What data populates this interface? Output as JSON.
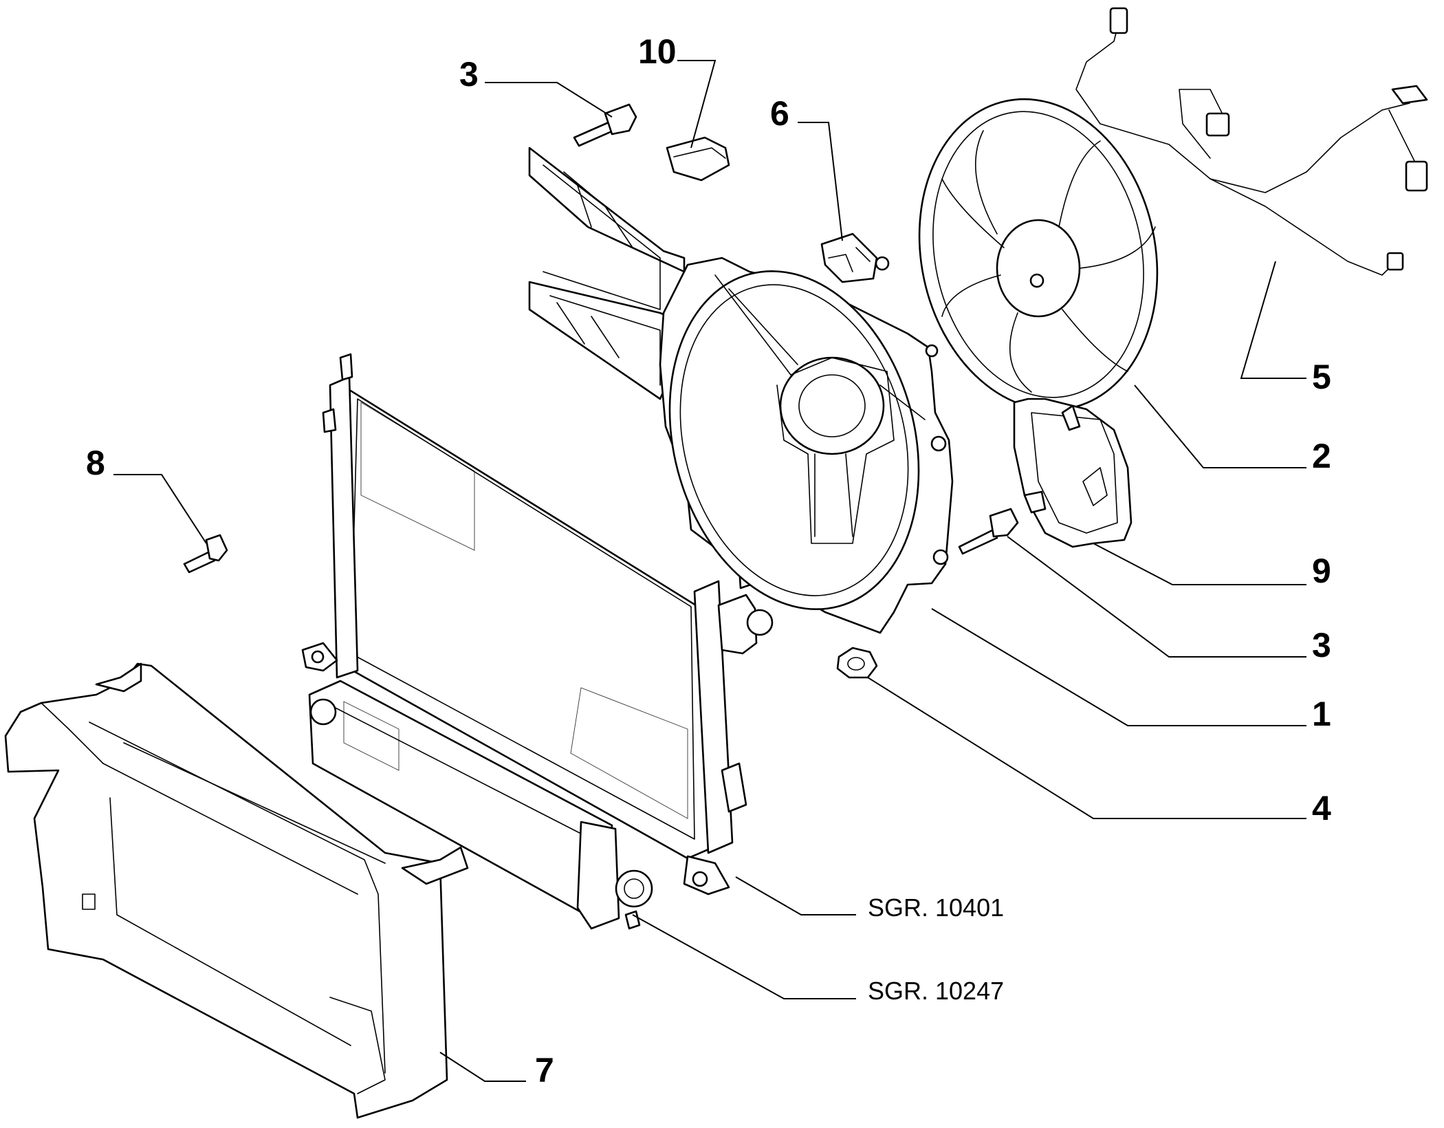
{
  "callouts": [
    {
      "id": "c3a",
      "label": "3"
    },
    {
      "id": "c10",
      "label": "10"
    },
    {
      "id": "c6",
      "label": "6"
    },
    {
      "id": "c5",
      "label": "5"
    },
    {
      "id": "c2",
      "label": "2"
    },
    {
      "id": "c8",
      "label": "8"
    },
    {
      "id": "c9",
      "label": "9"
    },
    {
      "id": "c3b",
      "label": "3"
    },
    {
      "id": "c1",
      "label": "1"
    },
    {
      "id": "c4",
      "label": "4"
    },
    {
      "id": "c7",
      "label": "7"
    }
  ],
  "references": [
    {
      "id": "ref1",
      "label": "SGR. 10401"
    },
    {
      "id": "ref2",
      "label": "SGR. 10247"
    }
  ]
}
